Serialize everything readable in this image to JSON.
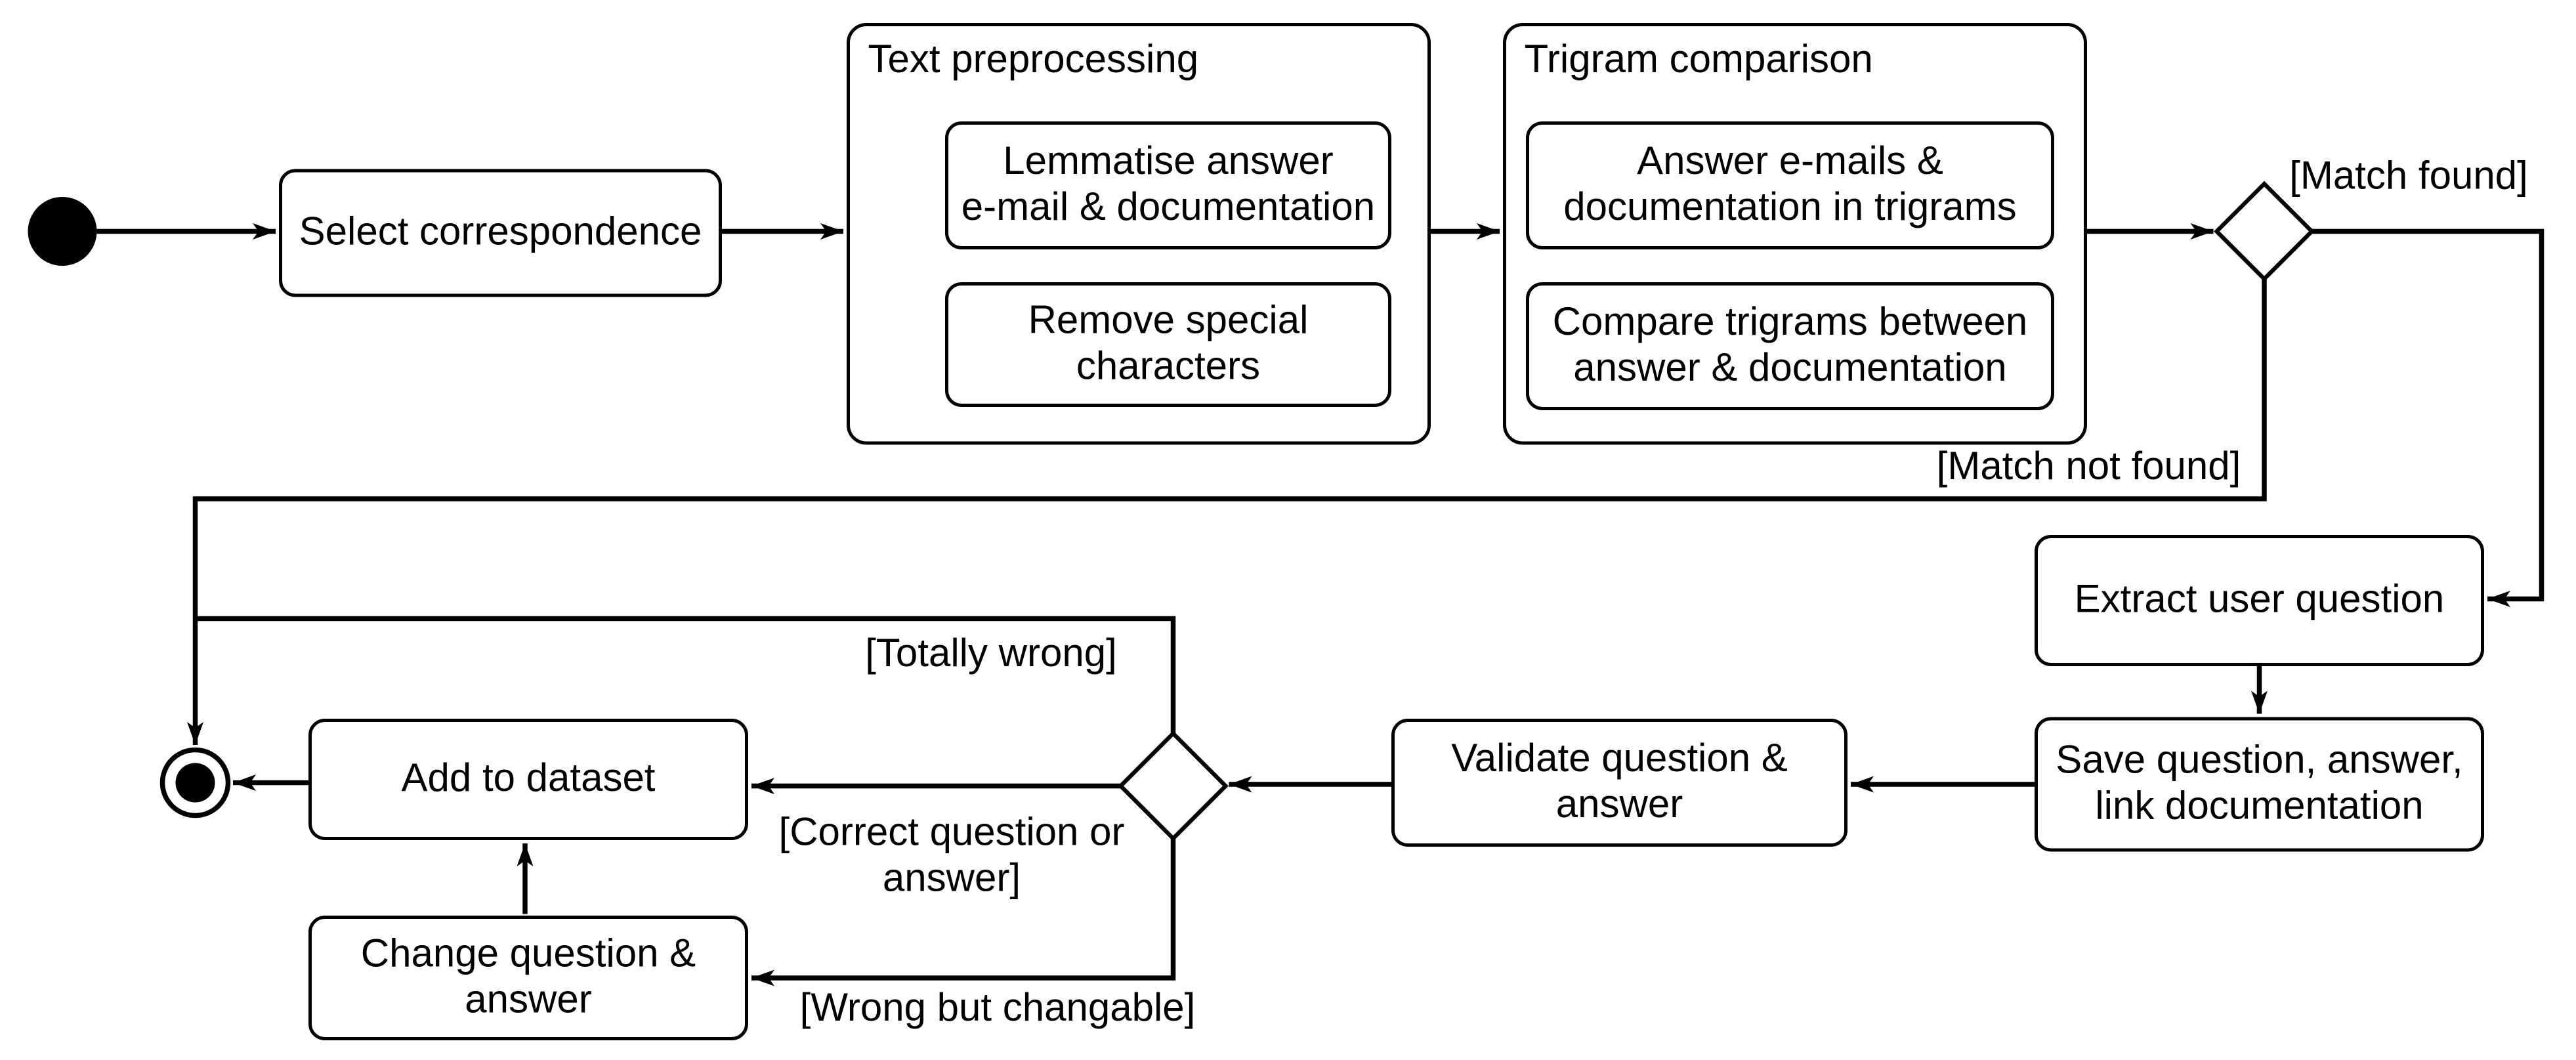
{
  "diagram": {
    "kind": "uml-activity-diagram",
    "colors": {
      "stroke": "#000000",
      "node_fill": "#ffffff",
      "background": "#ffffff"
    },
    "nodes": {
      "select": "Select correspondence",
      "preprocess_title": "Text preprocessing",
      "lemmatise": "Lemmatise answer\ne-mail & documentation",
      "remove_special": "Remove special\ncharacters",
      "trigram_title": "Trigram comparison",
      "answer_trigrams": "Answer e-mails &\ndocumentation in trigrams",
      "compare_trigrams": "Compare trigrams between\nanswer & documentation",
      "extract": "Extract user question",
      "save": "Save question, answer,\nlink documentation",
      "validate": "Validate question &\nanswer",
      "add": "Add to dataset",
      "change": "Change question &\nanswer"
    },
    "edge_labels": {
      "match_found": "[Match found]",
      "match_not_found": "[Match not found]",
      "totally_wrong": "[Totally wrong]",
      "correct": "[Correct question or\nanswer]",
      "wrong_changable": "[Wrong but changable]"
    }
  }
}
